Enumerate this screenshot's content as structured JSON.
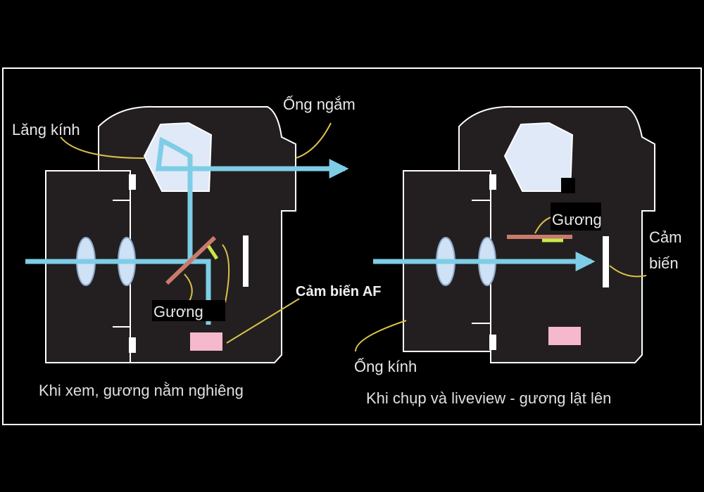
{
  "colors": {
    "background": "#000000",
    "frame": "#ffffff",
    "body_outline": "#ffffff",
    "body_fill": "#231f20",
    "light_path": "#7ecde6",
    "prism": "#dfe9f7",
    "mirror": "#c97a6b",
    "sub_mirror": "#c8e84a",
    "af_sensor": "#f6b8cc",
    "leader_line": "#d8c24a"
  },
  "left": {
    "labels": {
      "prism": "Lăng kính",
      "viewfinder": "Ống ngắm",
      "mirror": "Gương",
      "af_sensor": "Cảm biến AF"
    },
    "caption": "Khi xem, gương nằm nghiêng"
  },
  "right": {
    "labels": {
      "mirror": "Gương",
      "sensor_line1": "Cảm",
      "sensor_line2": "biến",
      "lens": "Ống kính"
    },
    "caption": "Khi chụp và liveview - gương lật lên"
  }
}
